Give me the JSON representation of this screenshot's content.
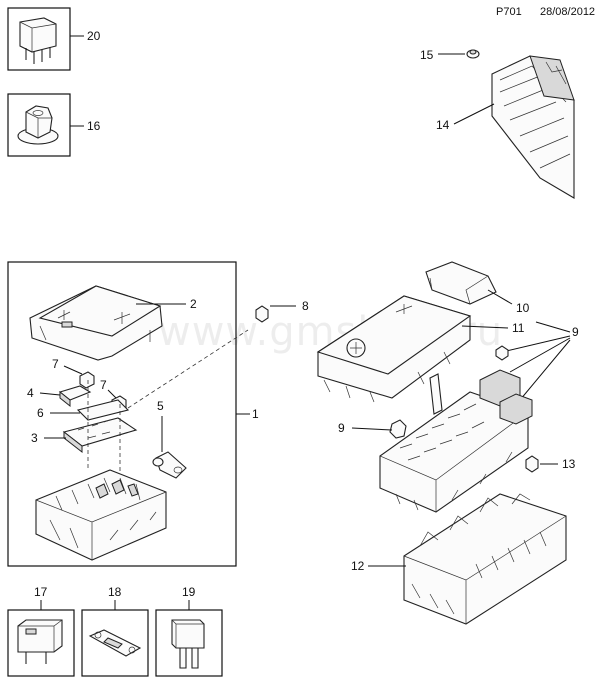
{
  "header": {
    "page_code": "P701",
    "date": "28/08/2012"
  },
  "watermark": "www.gmsklad.ru",
  "callouts": {
    "c1": "1",
    "c2": "2",
    "c3": "3",
    "c4": "4",
    "c5": "5",
    "c6": "6",
    "c7a": "7",
    "c7b": "7",
    "c8": "8",
    "c9a": "9",
    "c9b": "9",
    "c10": "10",
    "c11": "11",
    "c12": "12",
    "c13": "13",
    "c14": "14",
    "c15": "15",
    "c16": "16",
    "c17": "17",
    "c18": "18",
    "c19": "19",
    "c20": "20"
  }
}
